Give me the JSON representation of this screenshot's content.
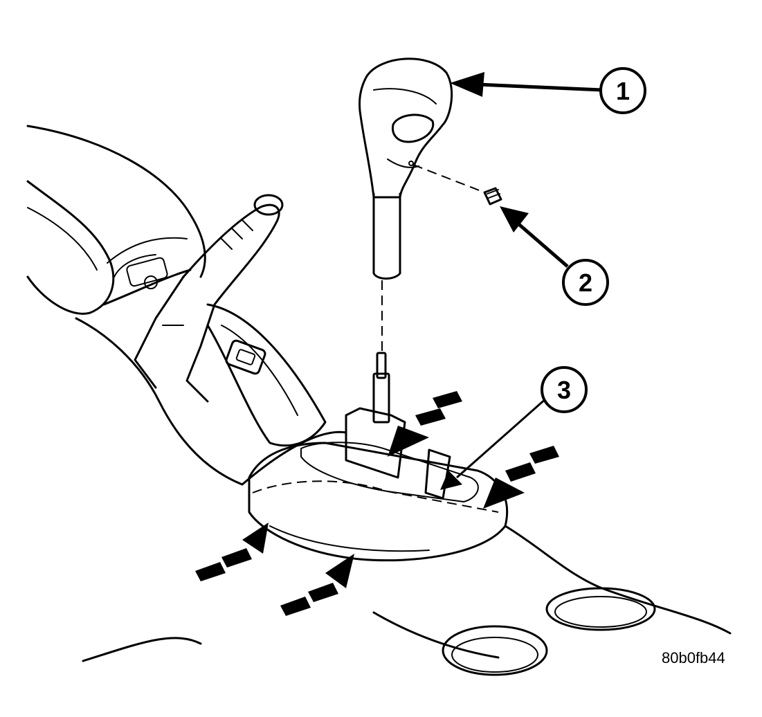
{
  "callouts": [
    {
      "id": "1",
      "label": "1"
    },
    {
      "id": "2",
      "label": "2"
    },
    {
      "id": "3",
      "label": "3"
    }
  ],
  "figure_code": "80b0fb44",
  "colors": {
    "ink": "#000000",
    "paper": "#ffffff",
    "shade": "#d9d9d9"
  }
}
